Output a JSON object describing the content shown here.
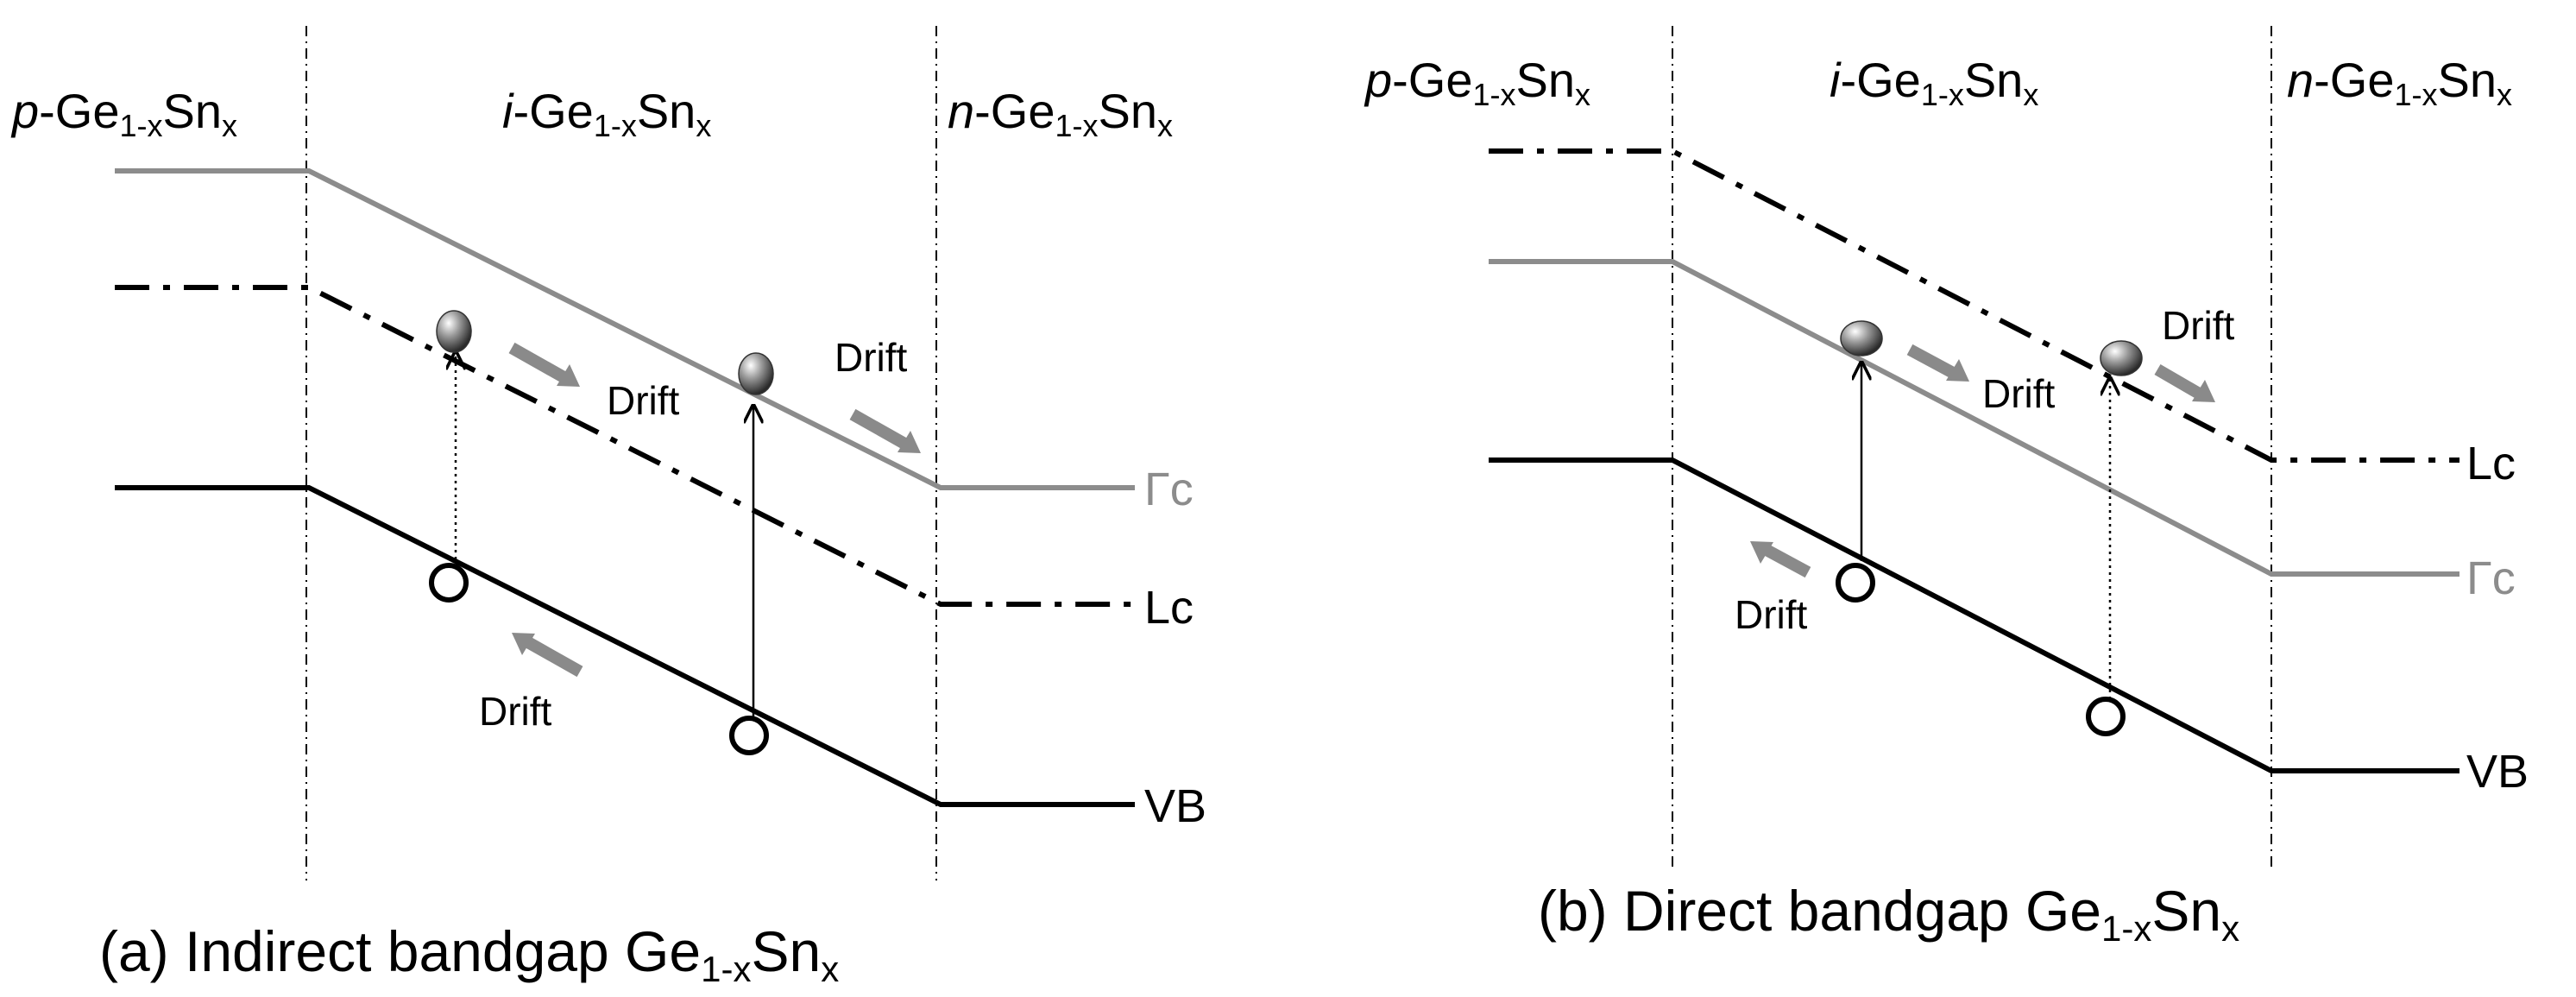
{
  "panels": [
    {
      "id": "a",
      "regions": {
        "p": {
          "prefix": "p",
          "rest": "-Ge",
          "sub": "1-x",
          "tail": "Sn",
          "tail_sub": "x"
        },
        "i": {
          "prefix": "i",
          "rest": "-Ge",
          "sub": "1-x",
          "tail": "Sn",
          "tail_sub": "x"
        },
        "n": {
          "prefix": "n",
          "rest": "-Ge",
          "sub": "1-x",
          "tail": "Sn",
          "tail_sub": "x"
        }
      },
      "band_labels": {
        "gamma": "Γc",
        "lc": "Lc",
        "vb": "VB"
      },
      "drift_labels": [
        "Drift",
        "Drift",
        "Drift"
      ],
      "caption": {
        "main": "(a) Indirect bandgap Ge",
        "sub": "1-x",
        "tail": "Sn",
        "tail_sub": "x"
      }
    },
    {
      "id": "b",
      "regions": {
        "p": {
          "prefix": "p",
          "rest": "-Ge",
          "sub": "1-x",
          "tail": "Sn",
          "tail_sub": "x"
        },
        "i": {
          "prefix": "i",
          "rest": "-Ge",
          "sub": "1-x",
          "tail": "Sn",
          "tail_sub": "x"
        },
        "n": {
          "prefix": "n",
          "rest": "-Ge",
          "sub": "1-x",
          "tail": "Sn",
          "tail_sub": "x"
        }
      },
      "band_labels": {
        "gamma": "Γc",
        "lc": "Lc",
        "vb": "VB"
      },
      "drift_labels": [
        "Drift",
        "Drift",
        "Drift"
      ],
      "caption": {
        "main": "(b) Direct bandgap Ge",
        "sub": "1-x",
        "tail": "Sn",
        "tail_sub": "x"
      }
    }
  ],
  "colors": {
    "gamma_band": "#8c8c8c",
    "lc_band": "#000000",
    "vb_band": "#000000",
    "drift_arrow": "#8a8a8a"
  }
}
